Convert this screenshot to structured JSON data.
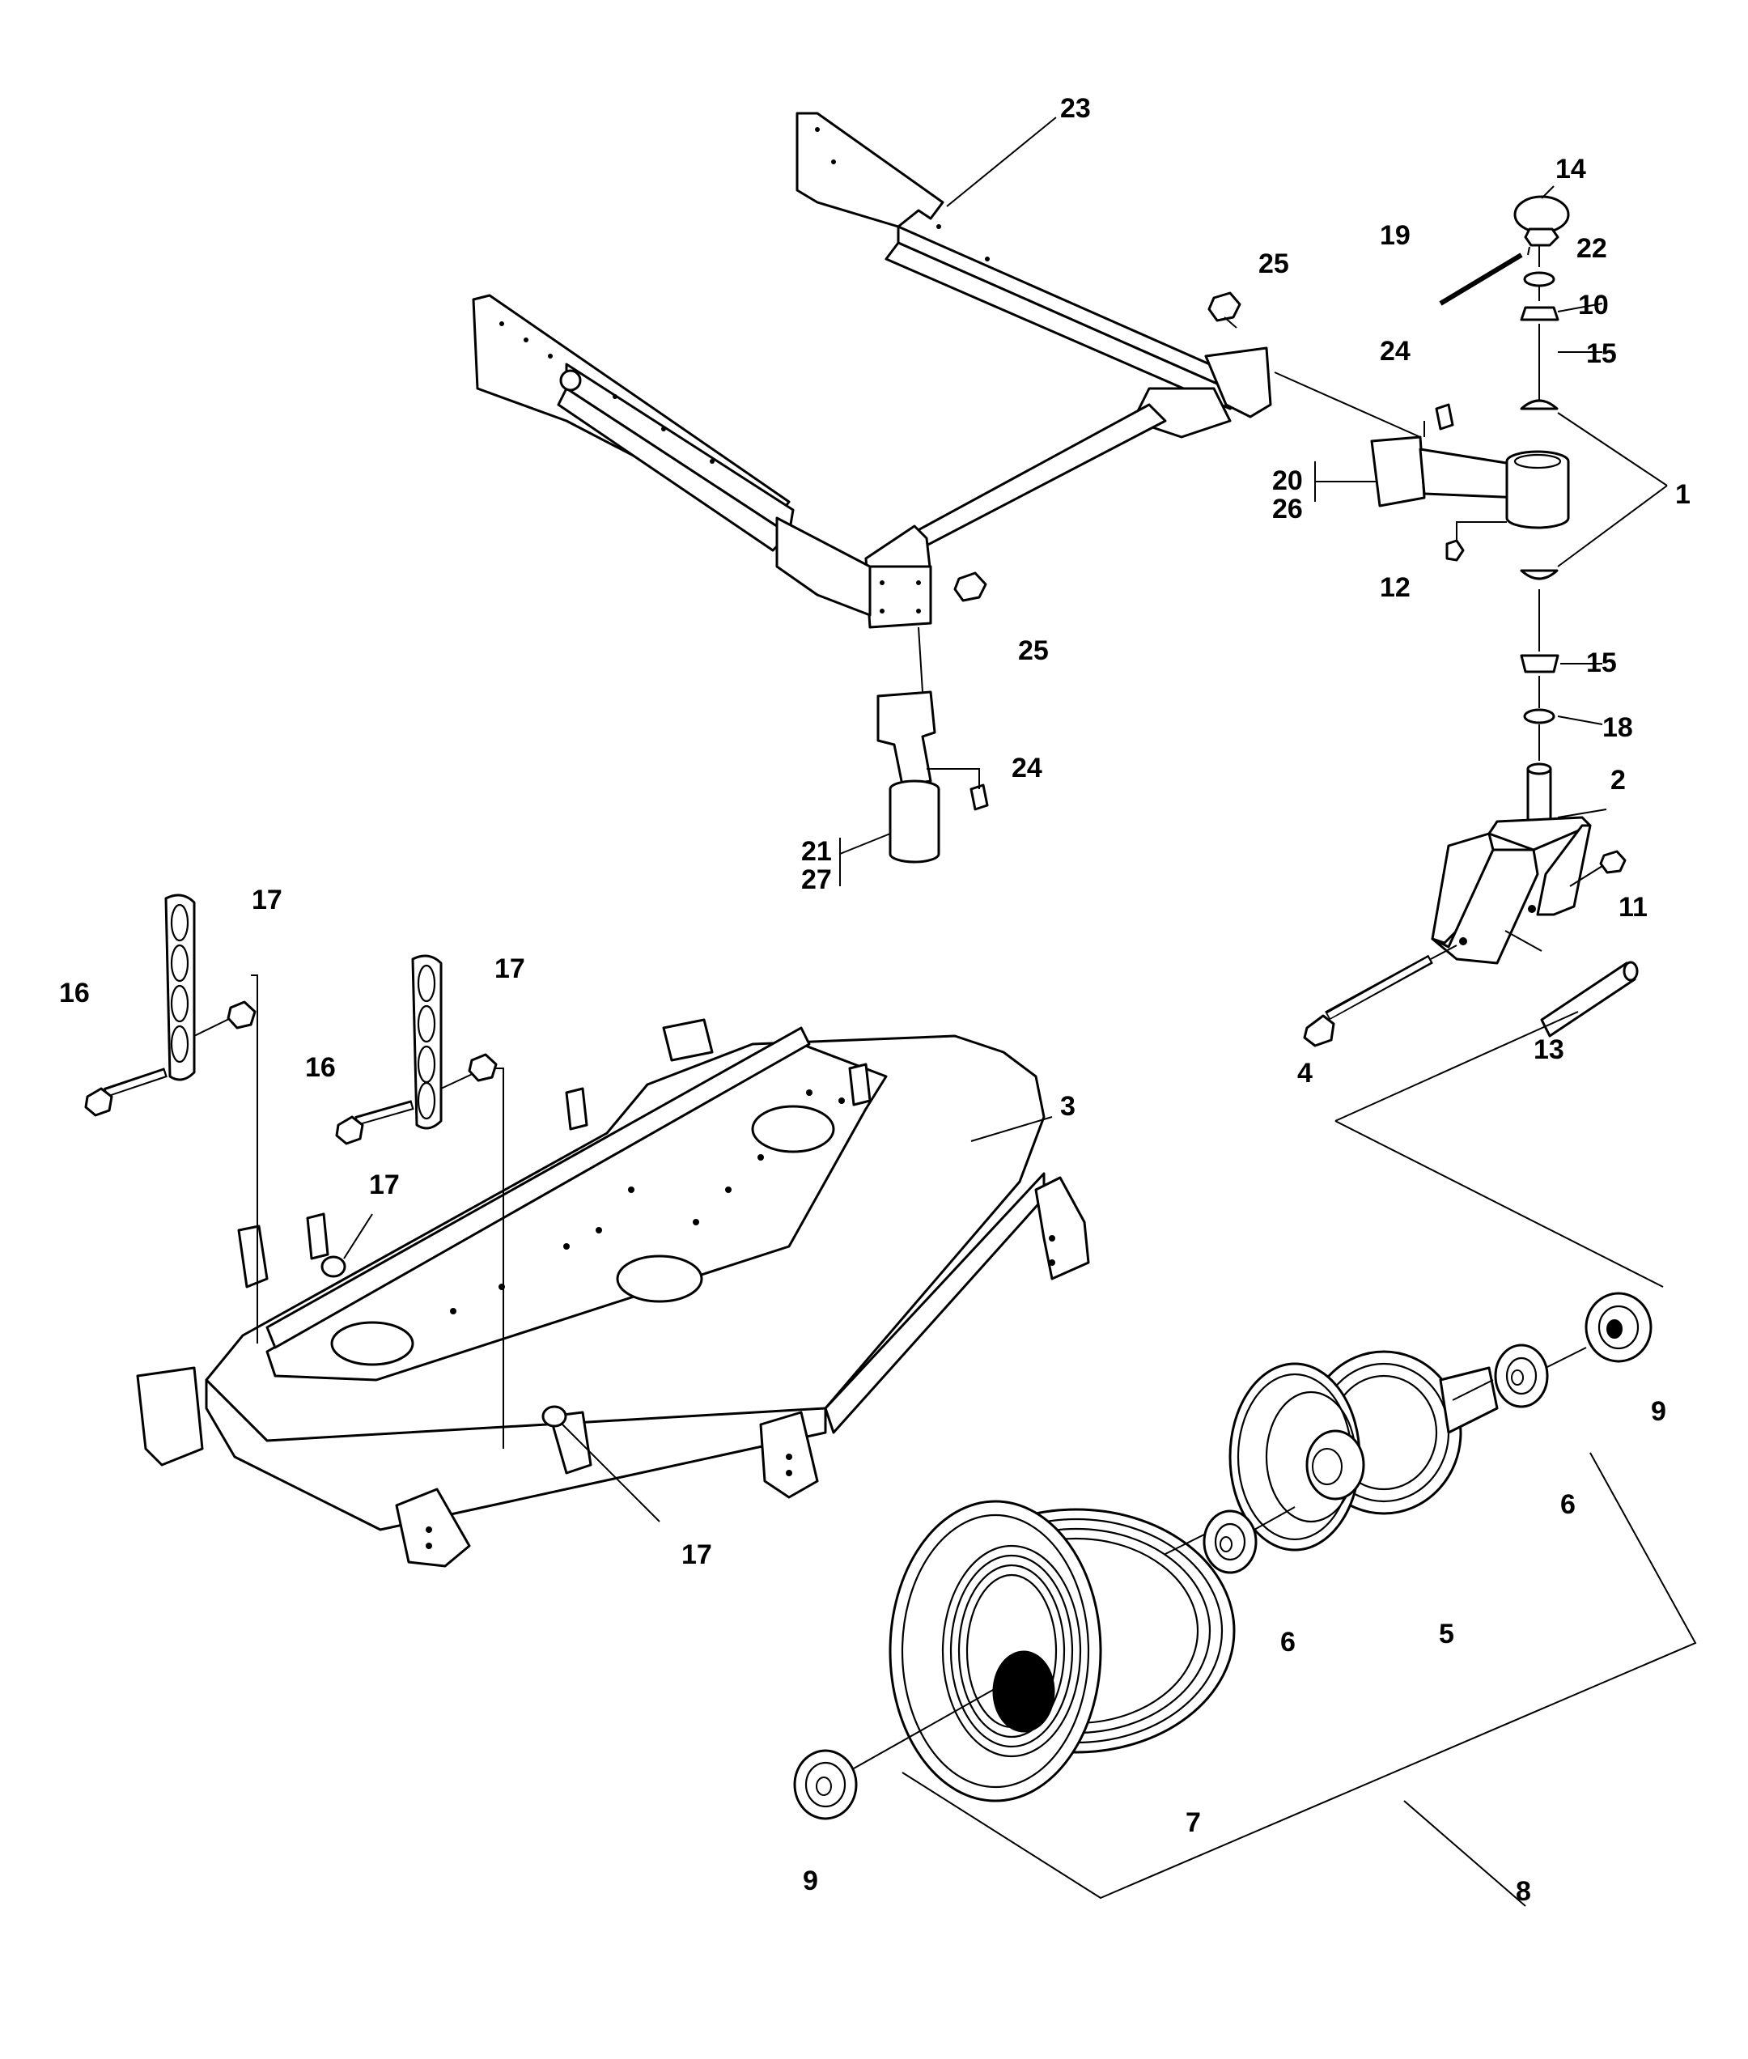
{
  "callouts": {
    "c1": "1",
    "c2": "2",
    "c3": "3",
    "c4": "4",
    "c5": "5",
    "c6a": "6",
    "c6b": "6",
    "c7": "7",
    "c8": "8",
    "c9a": "9",
    "c9b": "9",
    "c10": "10",
    "c11": "11",
    "c12": "12",
    "c13": "13",
    "c14": "14",
    "c15a": "15",
    "c15b": "15",
    "c16a": "16",
    "c16b": "16",
    "c17a": "17",
    "c17b": "17",
    "c17c": "17",
    "c17d": "17",
    "c18": "18",
    "c19": "19",
    "c20": "20",
    "c21": "21",
    "c22": "22",
    "c23": "23",
    "c24a": "24",
    "c24b": "24",
    "c25a": "25",
    "c25b": "25",
    "c26": "26",
    "c27": "27"
  }
}
